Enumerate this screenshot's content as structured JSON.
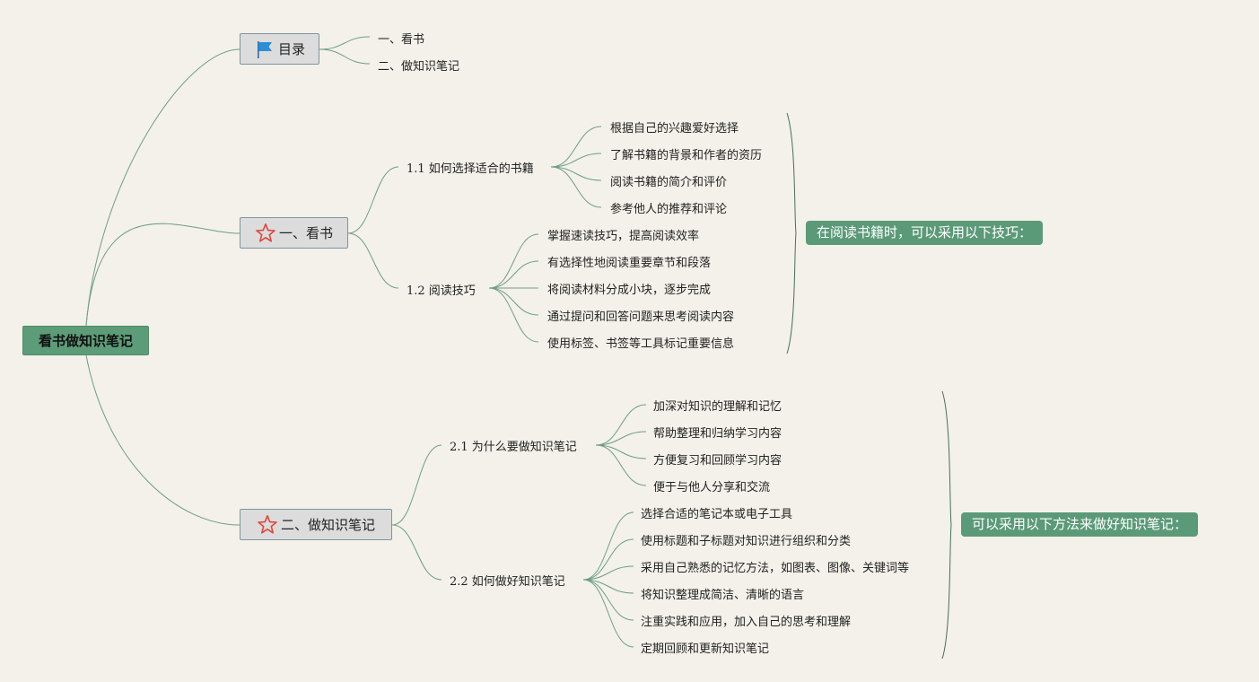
{
  "root": {
    "title": "看书做知识笔记"
  },
  "toc": {
    "title": "目录",
    "icon": "flag-icon",
    "items": [
      "一、看书",
      "二、做知识笔记"
    ]
  },
  "branch1": {
    "title": "一、看书",
    "icon": "star-outline-icon",
    "sub1": {
      "title": "1.1 如何选择适合的书籍",
      "items": [
        "根据自己的兴趣爱好选择",
        "了解书籍的背景和作者的资历",
        "阅读书籍的简介和评价",
        "参考他人的推荐和评论"
      ]
    },
    "sub2": {
      "title": "1.2 阅读技巧",
      "items": [
        "掌握速读技巧，提高阅读效率",
        "有选择性地阅读重要章节和段落",
        "将阅读材料分成小块，逐步完成",
        "通过提问和回答问题来思考阅读内容",
        "使用标签、书签等工具标记重要信息"
      ]
    },
    "summary": "在阅读书籍时，可以采用以下技巧："
  },
  "branch2": {
    "title": "二、做知识笔记",
    "icon": "star-outline-icon",
    "sub1": {
      "title": "2.1 为什么要做知识笔记",
      "items": [
        "加深对知识的理解和记忆",
        "帮助整理和归纳学习内容",
        "方便复习和回顾学习内容",
        "便于与他人分享和交流"
      ]
    },
    "sub2": {
      "title": "2.2 如何做好知识笔记",
      "items": [
        "选择合适的笔记本或电子工具",
        "使用标题和子标题对知识进行组织和分类",
        "采用自己熟悉的记忆方法，如图表、图像、关键词等",
        "将知识整理成简洁、清晰的语言",
        "注重实践和应用，加入自己的思考和理解",
        "定期回顾和更新知识笔记"
      ]
    },
    "summary": "可以采用以下方法来做好知识笔记："
  },
  "colors": {
    "link": "#6f9e86",
    "bracket": "#4a6e5c",
    "root_fill": "#5d9c79",
    "main_fill": "#dcdcdc",
    "main_border": "#7e95a2",
    "star": "#e0453b",
    "flag": "#2b8fd8"
  }
}
